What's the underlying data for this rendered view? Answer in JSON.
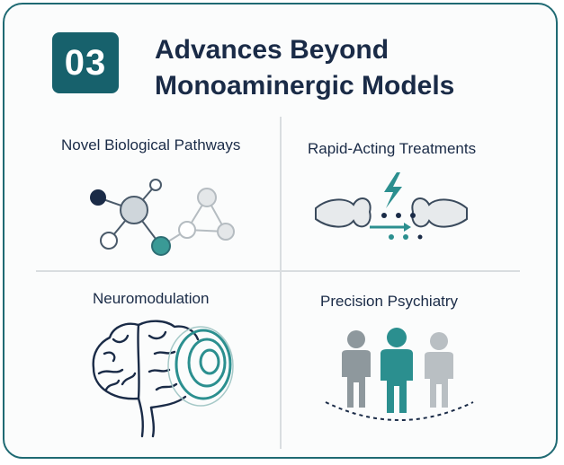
{
  "badge": "03",
  "title_lines": [
    "Advances Beyond",
    "Monoaminergic Models"
  ],
  "cells": [
    {
      "title": "Novel Biological Pathways",
      "icon": "network-graph-icon"
    },
    {
      "title": "Rapid-Acting Treatments",
      "icon": "synapse-lightning-icon"
    },
    {
      "title": "Neuromodulation",
      "icon": "brain-stimulation-icon"
    },
    {
      "title": "Precision Psychiatry",
      "icon": "people-group-icon"
    }
  ],
  "colors": {
    "primary": "#17616c",
    "accent_teal": "#2b8f8f",
    "navy": "#1a2b47",
    "gray": "#9aa3a8",
    "light_gray": "#c7ccd0",
    "border": "#1f6a73"
  }
}
